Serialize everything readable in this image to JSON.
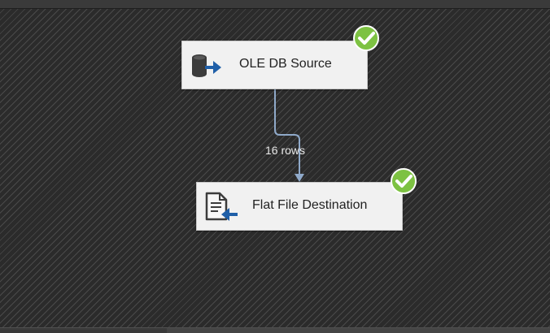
{
  "designer": {
    "components": {
      "source": {
        "label": "OLE DB Source",
        "icon": "database-source-icon",
        "status": "success"
      },
      "destination": {
        "label": "Flat File Destination",
        "icon": "flat-file-destination-icon",
        "status": "success"
      }
    },
    "path": {
      "row_count_label": "16 rows"
    }
  },
  "colors": {
    "canvas_background": "#2b2b2b",
    "component_background": "#f1f1f1",
    "success_green": "#7dc242",
    "arrow_blue": "#1f5fa8",
    "path_line": "#8fa9c9"
  }
}
